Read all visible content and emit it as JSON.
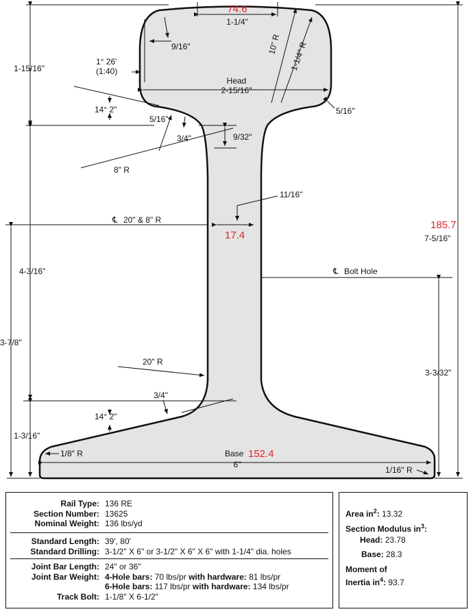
{
  "drawing": {
    "head_label": "Head",
    "head_width": "2-15/16\"",
    "top_width": "1-1/4\"",
    "top_width_metric": "74.6",
    "head_height_left": "1-15/16\"",
    "corner_9_16": "9/16\"",
    "slope_angle": "1° 26'",
    "slope_ratio": "(1:40)",
    "radius_10": "10\" R",
    "radius_1_1_4": "1-1/4\" R",
    "head_under_angle": "14° 2\"",
    "dim_5_16_left": "5/16\"",
    "dim_3_4_upper": "3/4\"",
    "dim_9_32": "9/32\"",
    "radius_8": "8\" R",
    "dim_5_16_right": "5/16\"",
    "web_11_16": "11/16\"",
    "centerline_label": "20\" & 8\" R",
    "web_metric": "17.4",
    "height_total": "7-5/16\"",
    "height_total_metric": "185.7",
    "dim_4_3_16": "4-3/16\"",
    "dim_3_7_8": "3-7/8\"",
    "bolt_hole_label": "Bolt Hole",
    "bolt_hole_height": "3-3/32\"",
    "radius_20": "20\" R",
    "dim_3_4_lower": "3/4\"",
    "base_angle": "14° 2\"",
    "base_height": "1-3/16\"",
    "base_toe_radius": "1/8\" R",
    "base_label": "Base",
    "base_width_metric": "152.4",
    "base_width": "6\"",
    "base_corner_radius": "1/16\" R",
    "cl_glyph": "℄"
  },
  "spec": {
    "rail_type_label": "Rail Type:",
    "rail_type": "136 RE",
    "section_number_label": "Section Number:",
    "section_number": "13625",
    "nominal_weight_label": "Nominal Weight:",
    "nominal_weight": "136 lbs/yd",
    "standard_length_label": "Standard Length:",
    "standard_length": "39', 80'",
    "standard_drilling_label": "Standard Drilling:",
    "standard_drilling": "3-1/2\" X 6\" or 3-1/2\" X 6\" X 6\" with 1-1/4\" dia. holes",
    "joint_bar_length_label": "Joint Bar Length:",
    "joint_bar_length": "24\" or 36\"",
    "joint_bar_weight_label": "Joint Bar Weight:",
    "four_hole_label": "4-Hole bars:",
    "four_hole_weight": "70 lbs/pr",
    "four_hole_hw_label": "with hardware:",
    "four_hole_hw_weight": "81 lbs/pr",
    "six_hole_label": "6-Hole bars:",
    "six_hole_weight": "117 lbs/pr",
    "six_hole_hw_label": "with hardware:",
    "six_hole_hw_weight": "134 lbs/pr",
    "track_bolt_label": "Track Bolt:",
    "track_bolt": "1-1/8\" X 6-1/2\""
  },
  "properties": {
    "area_label": "Area in",
    "area_exp": "2",
    "area": "13.32",
    "section_modulus_label": "Section Modulus in",
    "section_modulus_exp": "3",
    "head_label": "Head:",
    "head": "23.78",
    "base_label": "Base:",
    "base": "28.3",
    "moment_label": "Moment of",
    "inertia_label": "Inertia in",
    "inertia_exp": "4",
    "inertia": "93.7"
  }
}
